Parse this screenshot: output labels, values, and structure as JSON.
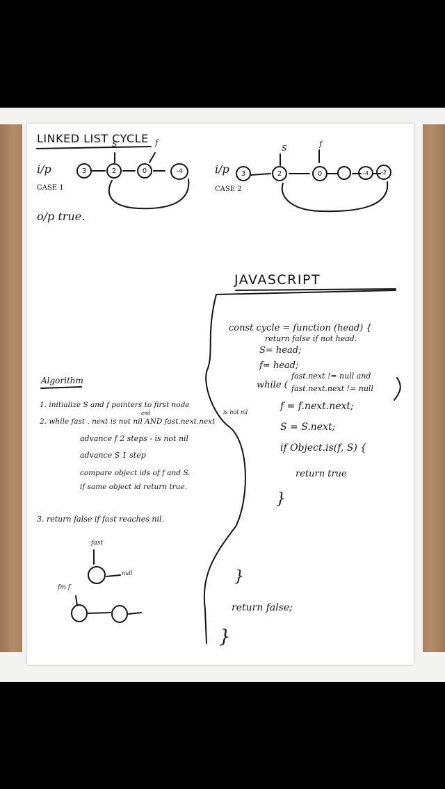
{
  "title": "LINKED LIST CYCLE",
  "case1": {
    "input_label": "i/p",
    "case_label": "CASE 1",
    "nodes": [
      "3",
      "2",
      "0",
      "-4"
    ],
    "slow_marker": "S",
    "fast_marker": "f",
    "output": "o/p true."
  },
  "case2": {
    "input_label": "i/p",
    "case_label": "CASE 2",
    "nodes": [
      "3",
      "2",
      "0",
      "",
      "-4",
      "-2"
    ],
    "slow_marker": "S",
    "fast_marker": "f"
  },
  "language": "JAVASCRIPT",
  "code": {
    "line1": "const cycle = function (head) {",
    "line2": "return false if not head.",
    "line3": "S= head;",
    "line4": "f= head;",
    "while_kw": "while (",
    "cond1": "fast.next != null and",
    "cond2": "fast.next.next != null",
    "line5": "f = f.next.next;",
    "line6": "S = S.next;",
    "line7": "if Object.is(f, S) {",
    "line8": "return true",
    "close1": "}",
    "close2": "}",
    "line9": "return false;",
    "close3": "}"
  },
  "algorithm": {
    "heading": "Algorithm",
    "step1": "1. initialize S and f pointers to first node",
    "step2": "2. while fast . next is not nil AND fast.next.next",
    "step2_and": "and",
    "step2_tail": "is not nil",
    "step2a": "advance f 2 steps - is not nil",
    "step2b": "advance S 1 step",
    "step2c": "compare object ids of f and S.",
    "step2d": "if same object id return true.",
    "step3": "3. return false if fast reaches nil.",
    "sketch_fast_label": "fast",
    "sketch_null_label": "null",
    "sketch_f_label": "fm f"
  }
}
